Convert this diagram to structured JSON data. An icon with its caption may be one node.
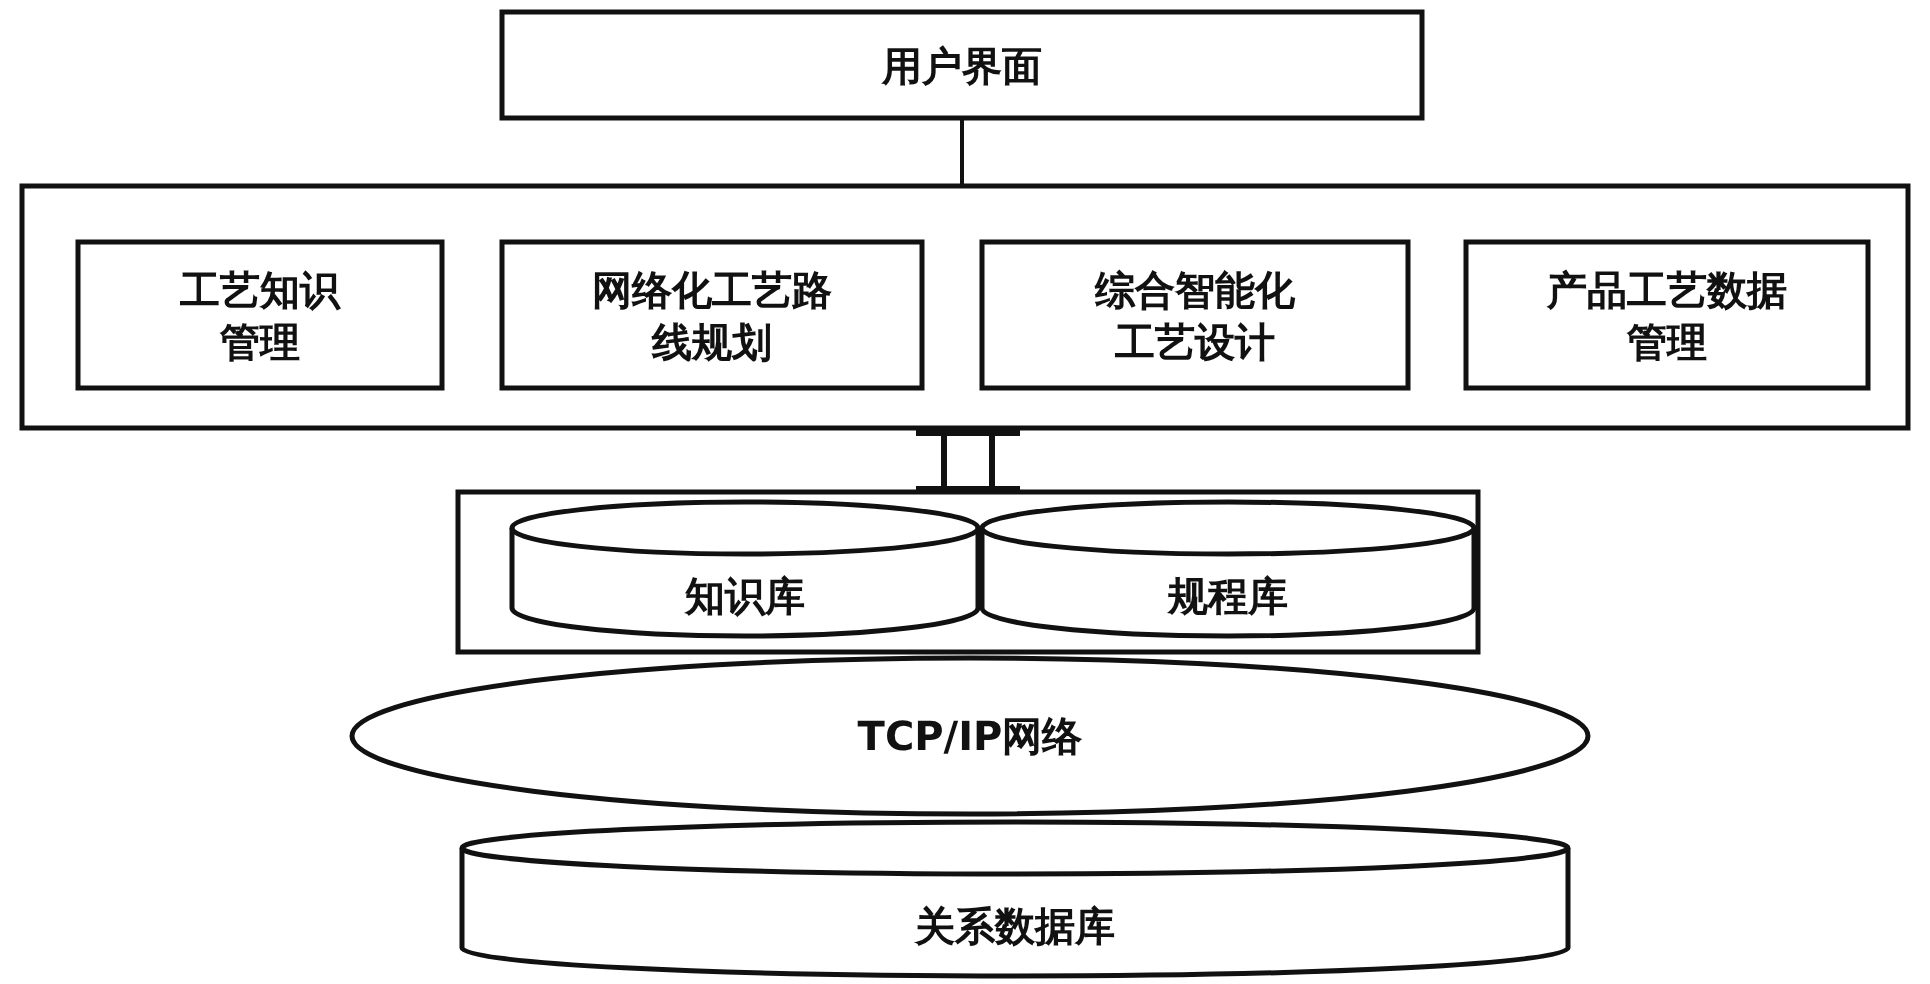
{
  "diagram": {
    "nodes": [
      {
        "text": [
          "用户界面"
        ]
      },
      {
        "text": [],
        "shape": "box"
      },
      {
        "text": [
          "工艺知识管理"
        ],
        "in": 1
      },
      {
        "text": [
          "网络化工艺路线规划"
        ],
        "in": 1
      },
      {
        "text": [
          "综合智能化工艺设计"
        ],
        "in": 1
      },
      {
        "text": [
          "产品工艺数据管理"
        ],
        "in": 1
      },
      {
        "text": [],
        "shape": "box"
      },
      {
        "text": [
          "知识库"
        ],
        "in": 6
      },
      {
        "text": [
          "规程库"
        ],
        "in": 6
      },
      {
        "text": [
          "TCP/IP网络"
        ]
      },
      {
        "text": [
          "关系数据库"
        ]
      }
    ],
    "edges": [
      {
        "from": 0,
        "to": 1,
        "arrow": "none"
      },
      {
        "from": 1,
        "to": 6,
        "arrow": "other"
      }
    ]
  }
}
